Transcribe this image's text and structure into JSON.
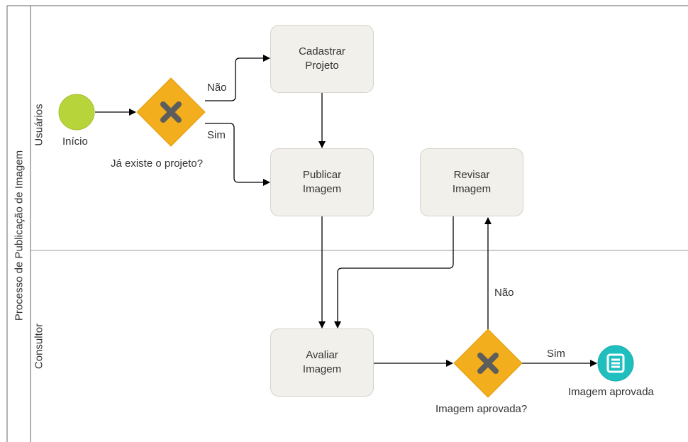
{
  "diagram": {
    "pool_title": "Processo de Publicação de Imagem",
    "lanes": {
      "usuarios": "Usuários",
      "consultor": "Consultor"
    },
    "events": {
      "start": "Início",
      "end": "Imagem aprovada"
    },
    "gateways": {
      "projeto_exists": "Já existe o projeto?",
      "imagem_aprovada": "Imagem aprovada?"
    },
    "tasks": {
      "cadastrar": "Cadastrar\nProjeto",
      "publicar": "Publicar\nImagem",
      "revisar": "Revisar\nImagem",
      "avaliar": "Avaliar\nImagem"
    },
    "flow_labels": {
      "nao_top": "Não",
      "sim_top": "Sim",
      "nao_bottom": "Não",
      "sim_bottom": "Sim"
    },
    "colors": {
      "start_event": "#b7d43a",
      "gateway": "#f2ae1c",
      "gateway_mark": "#5d5d5d",
      "end_event": "#1fbfbf",
      "task_fill": "#f2f0ea",
      "line": "#000000"
    }
  }
}
